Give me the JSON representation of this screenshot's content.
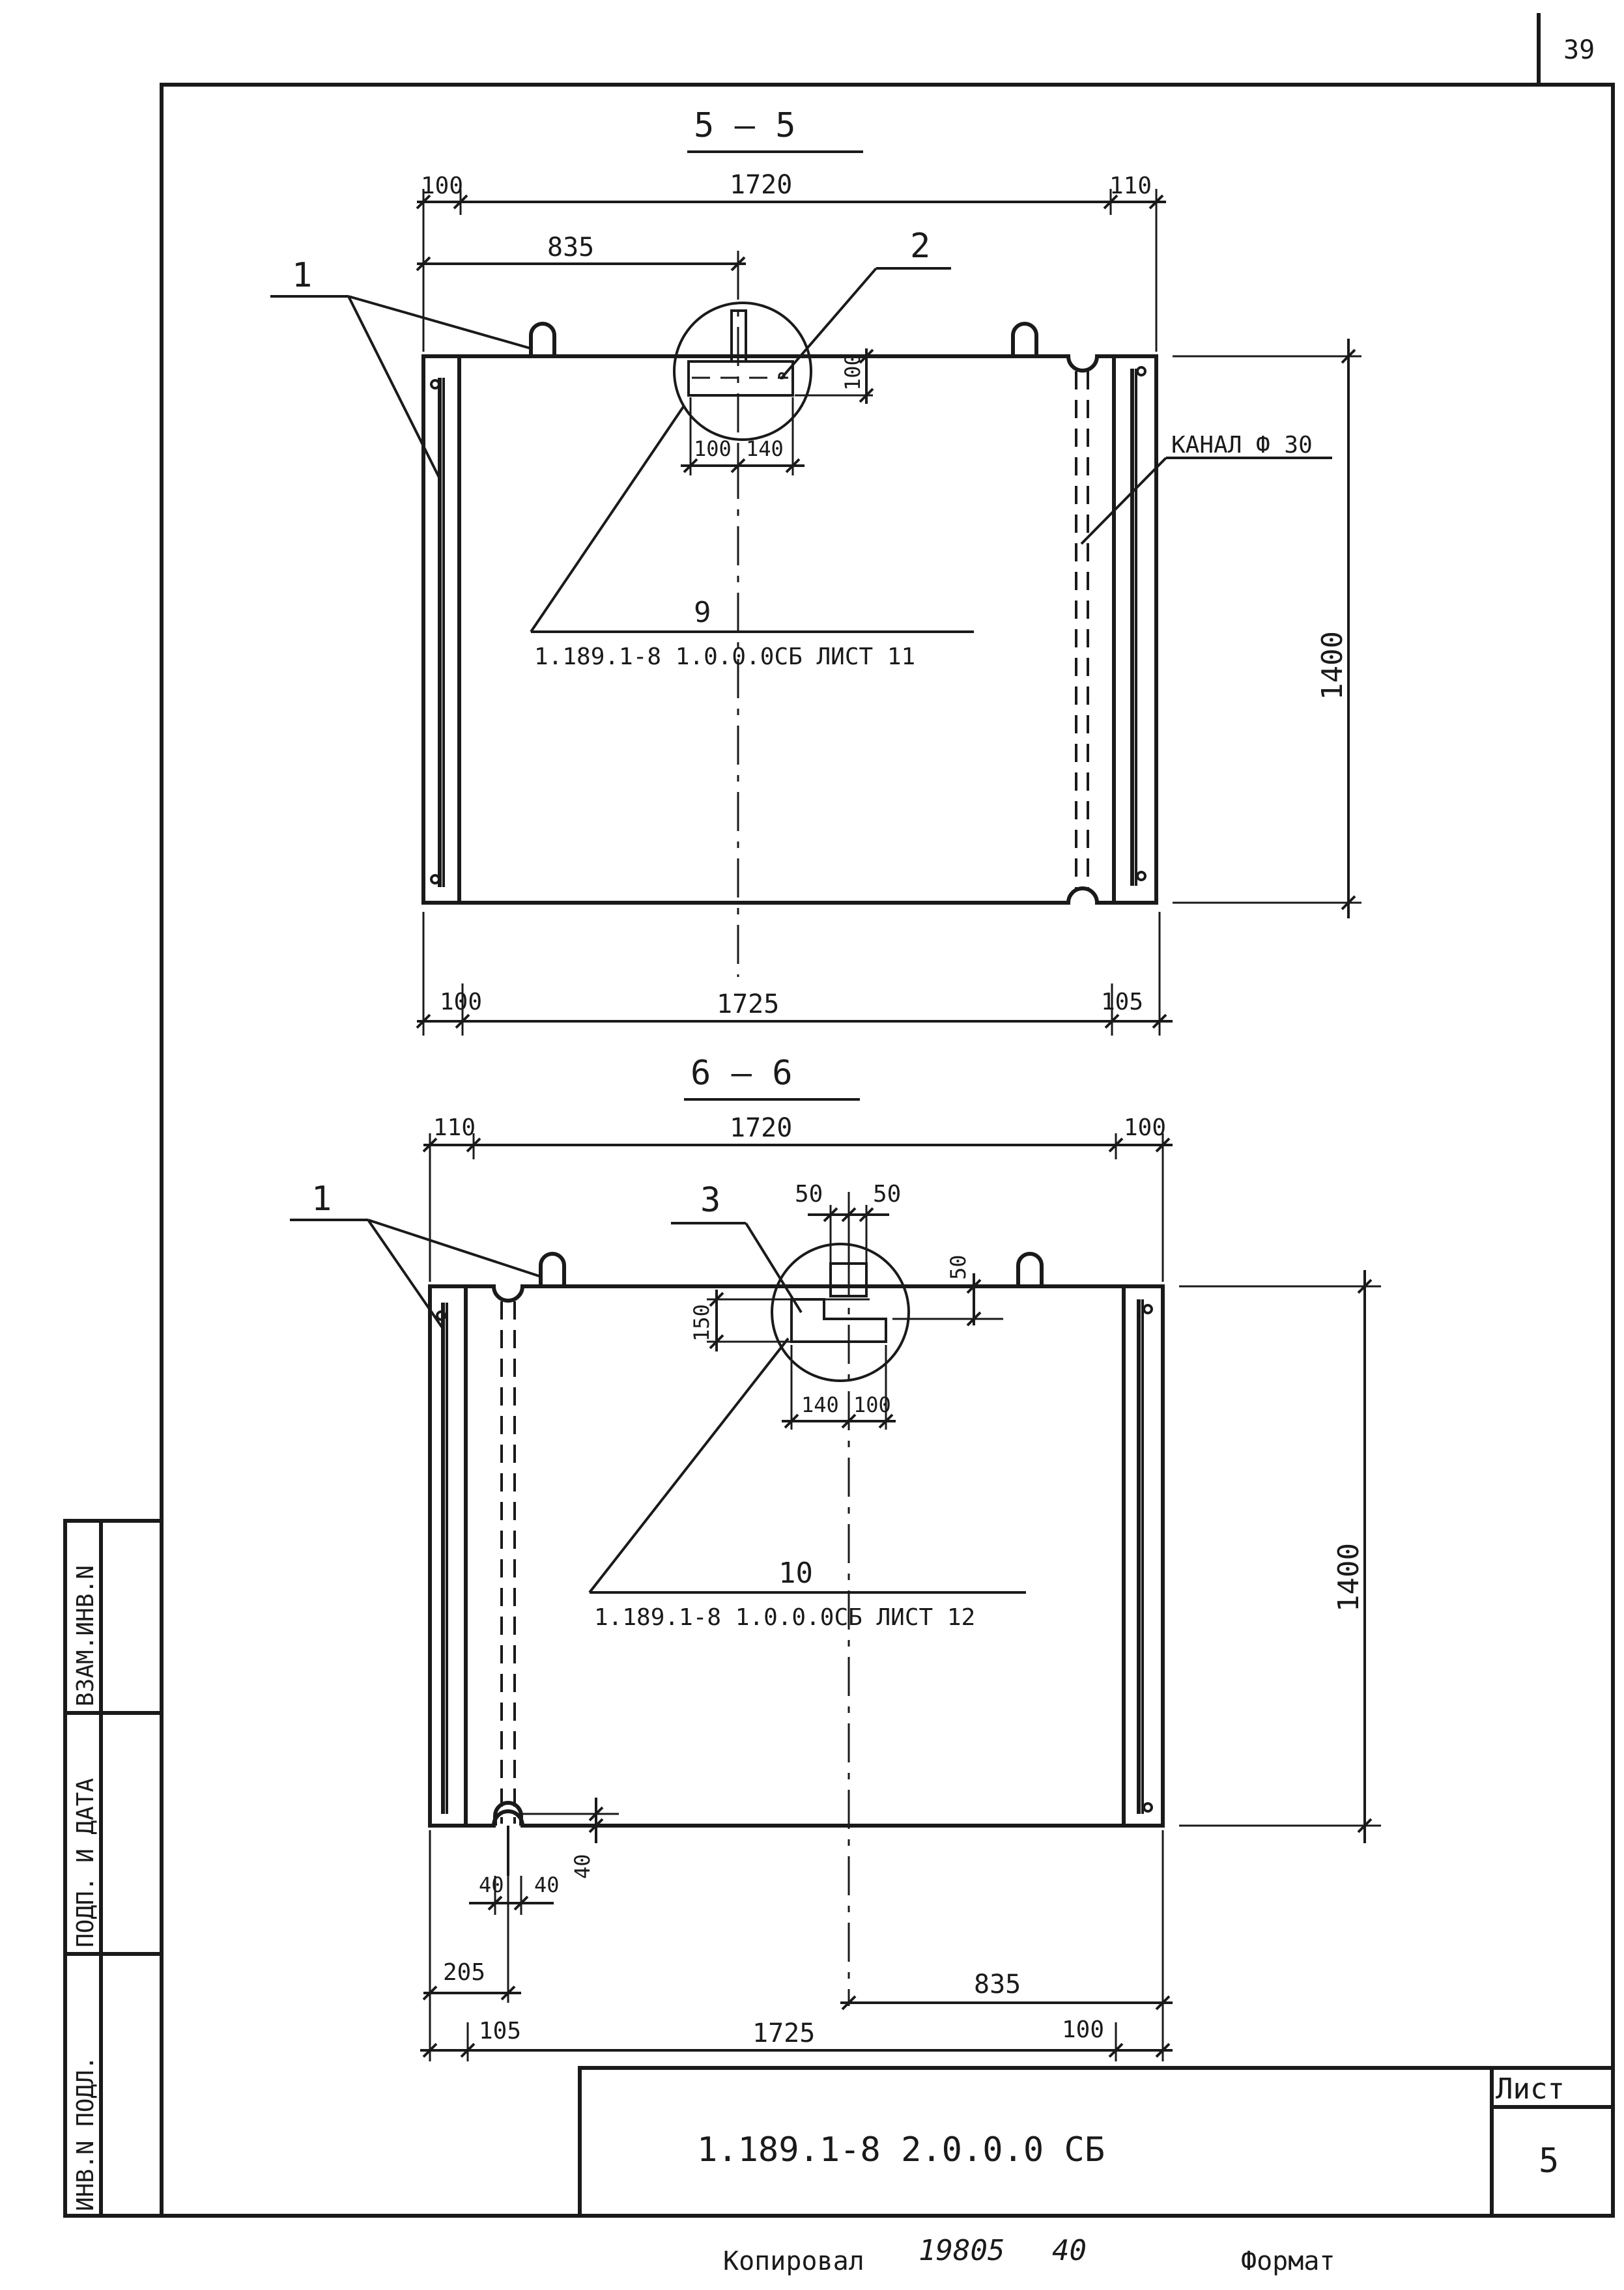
{
  "page_number": "39",
  "section_5": {
    "title": "5 — 5",
    "dims": {
      "d100_left": "100",
      "d1720": "1720",
      "d110_right": "110",
      "d835": "835",
      "d100_notch": "100",
      "d100_small": "100",
      "d140_small": "140",
      "d1400": "1400",
      "d100_bottom": "100",
      "d1725": "1725",
      "d105_bottom": "105"
    },
    "label_1": "1",
    "label_2": "2",
    "channel_label": "КАНАЛ Ф 30",
    "detail_ref_number": "9",
    "detail_ref_text": "1.189.1-8  1.0.0.0СБ ЛИСТ 11"
  },
  "section_6": {
    "title": "6 — 6",
    "dims": {
      "d110_left": "110",
      "d1720": "1720",
      "d100_right": "100",
      "d50_a": "50",
      "d50_b": "50",
      "d50_c": "50",
      "d150": "150",
      "d140": "140",
      "d100_small": "100",
      "d1400": "1400",
      "d40_vert": "40",
      "d40_a": "40",
      "d40_b": "40",
      "d205": "205",
      "d835": "835",
      "d105": "105",
      "d1725": "1725",
      "d100_bottom": "100"
    },
    "label_1": "1",
    "label_3": "3",
    "detail_ref_number": "10",
    "detail_ref_text": "1.189.1-8  1.0.0.0СБ ЛИСТ 12"
  },
  "side_stamp": {
    "col1": "ИНВ.N ПОДЛ.",
    "col2": "ПОДП. И ДАТА",
    "col3": "ВЗАМ.ИНВ.N"
  },
  "title_block": {
    "code": "1.189.1-8  2.0.0.0 СБ",
    "sheet_label": "Лист",
    "sheet_number": "5"
  },
  "footer": {
    "copied_label": "Копировал",
    "handwritten_number": "19805",
    "handwritten_page": "40",
    "format_label": "Формат"
  }
}
